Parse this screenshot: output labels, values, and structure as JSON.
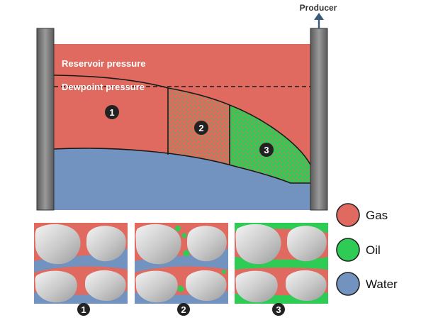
{
  "diagram": {
    "producer_label": "Producer",
    "reservoir_pressure_label": "Reservoir pressure",
    "dewpoint_pressure_label": "Dewpoint pressure",
    "zones": [
      {
        "number": "1"
      },
      {
        "number": "2"
      },
      {
        "number": "3"
      }
    ],
    "pore_panels": [
      {
        "number": "1"
      },
      {
        "number": "2"
      },
      {
        "number": "3"
      }
    ],
    "legend": [
      {
        "label": "Gas",
        "color": "#e06a5f"
      },
      {
        "label": "Oil",
        "color": "#2ecc55"
      },
      {
        "label": "Water",
        "color": "#7292c0"
      }
    ],
    "colors": {
      "gas": "#e06a5f",
      "oil": "#2ecc55",
      "water": "#7292c0",
      "wall": "#6e6e6e",
      "arrow": "#3a5a7a"
    }
  }
}
